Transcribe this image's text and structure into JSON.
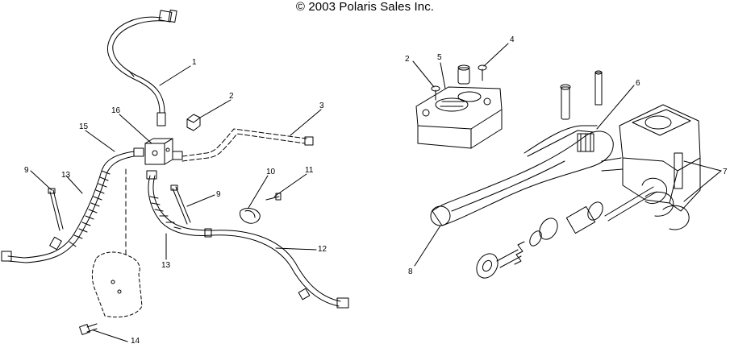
{
  "copyright": "© 2003 Polaris Sales Inc.",
  "callouts": {
    "c1": "1",
    "c2": "2",
    "c3": "3",
    "c9a": "9",
    "c9b": "9",
    "c10": "10",
    "c11": "11",
    "c12": "12",
    "c13a": "13",
    "c13b": "13",
    "c14": "14",
    "c15": "15",
    "c16": "16",
    "r2": "2",
    "r4": "4",
    "r5": "5",
    "r6": "6",
    "r7": "7",
    "r8": "8"
  },
  "colors": {
    "line": "#000000",
    "background": "#ffffff"
  }
}
